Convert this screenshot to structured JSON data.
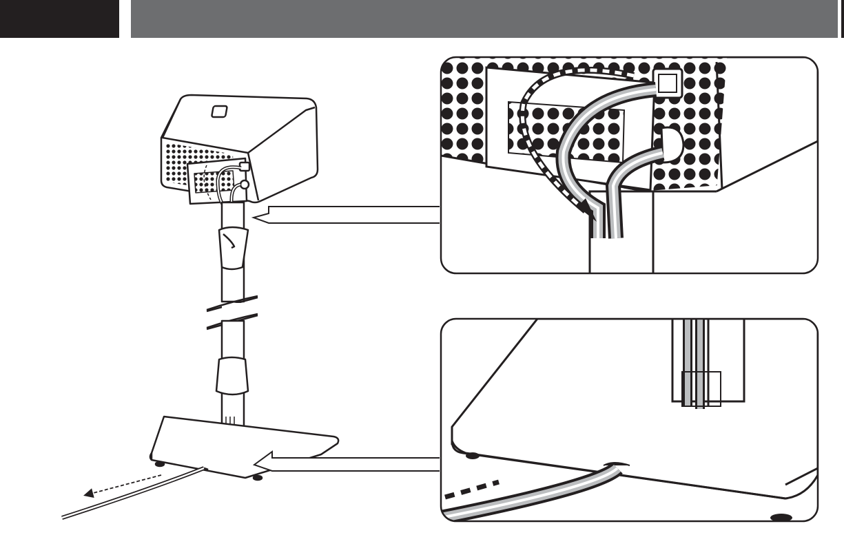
{
  "header": {
    "tab_color": "#231f20",
    "bar_color": "#6d6e70"
  },
  "illustration": {
    "subject": "speaker-on-floor-stand-cable-routing",
    "panels": [
      "cable-clip-detail",
      "stand-base-cable-exit-detail"
    ]
  }
}
